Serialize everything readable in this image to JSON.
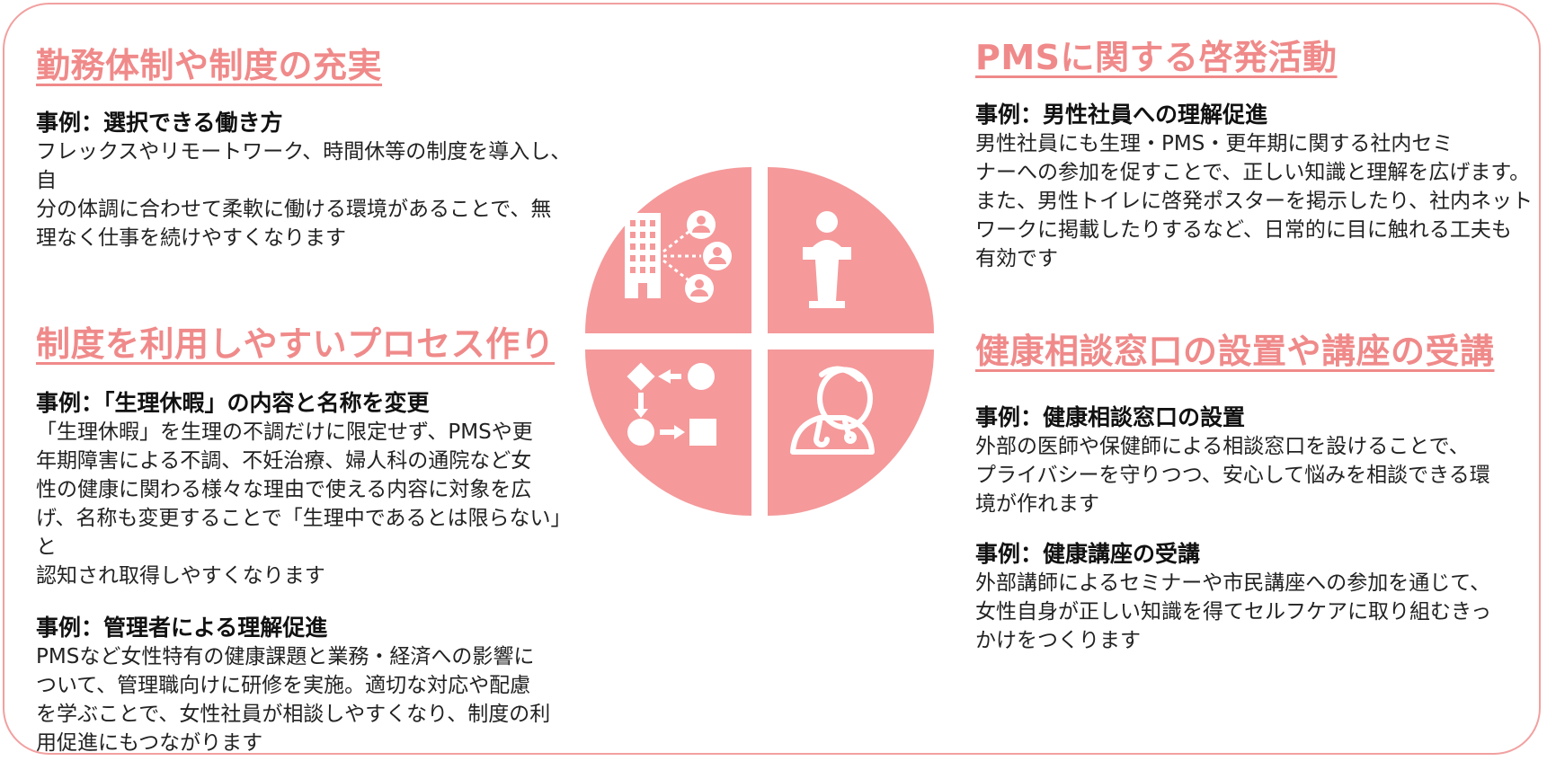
{
  "colors": {
    "accent": "#f08a8a",
    "quadrant": "#f5999a",
    "frame": "#f2a0a0"
  },
  "sections": {
    "work_system": {
      "title": "勤務体制や制度の充実",
      "examples": [
        {
          "heading": "事例：選択できる働き方",
          "lines": [
            "フレックスやリモートワーク、時間休等の制度を導入し、自",
            "分の体調に合わせて柔軟に働ける環境があることで、無",
            "理なく仕事を続けやすくなります"
          ]
        }
      ]
    },
    "process": {
      "title": "制度を利用しやすいプロセス作り",
      "examples": [
        {
          "heading": "事例：「生理休暇」の内容と名称を変更",
          "lines": [
            "「生理休暇」を生理の不調だけに限定せず、PMSや更",
            "年期障害による不調、不妊治療、婦人科の通院など女",
            "性の健康に関わる様々な理由で使える内容に対象を広",
            "げ、名称も変更することで「生理中であるとは限らない」と",
            "認知され取得しやすくなります"
          ]
        },
        {
          "heading": "事例：管理者による理解促進",
          "lines": [
            "PMSなど女性特有の健康課題と業務・経済への影響に",
            "ついて、管理職向けに研修を実施。適切な対応や配慮",
            "を学ぶことで、女性社員が相談しやすくなり、制度の利",
            "用促進にもつながります"
          ]
        }
      ]
    },
    "awareness": {
      "title": "PMSに関する啓発活動",
      "examples": [
        {
          "heading": "事例：男性社員への理解促進",
          "lines": [
            "男性社員にも生理・PMS・更年期に関する社内セミ",
            "ナーへの参加を促すことで、正しい知識と理解を広げます。",
            "また、男性トイレに啓発ポスターを掲示したり、社内ネット",
            "ワークに掲載したりするなど、日常的に目に触れる工夫も",
            "有効です"
          ]
        }
      ]
    },
    "consultation": {
      "title": "健康相談窓口の設置や講座の受講",
      "examples": [
        {
          "heading": "事例：健康相談窓口の設置",
          "lines": [
            "外部の医師や保健師による相談窓口を設けることで、",
            "プライバシーを守りつつ、安心して悩みを相談できる環",
            "境が作れます"
          ]
        },
        {
          "heading": "事例：健康講座の受講",
          "lines": [
            "外部講師によるセミナーや市民講座への参加を通じて、",
            "女性自身が正しい知識を得てセルフケアに取り組むきっ",
            "かけをつくります"
          ]
        }
      ]
    }
  },
  "diagram": {
    "quadrants": [
      {
        "position": "top-left",
        "icon": "office-network-icon"
      },
      {
        "position": "top-right",
        "icon": "podium-speaker-icon"
      },
      {
        "position": "bottom-left",
        "icon": "process-flow-icon"
      },
      {
        "position": "bottom-right",
        "icon": "doctor-icon"
      }
    ]
  }
}
